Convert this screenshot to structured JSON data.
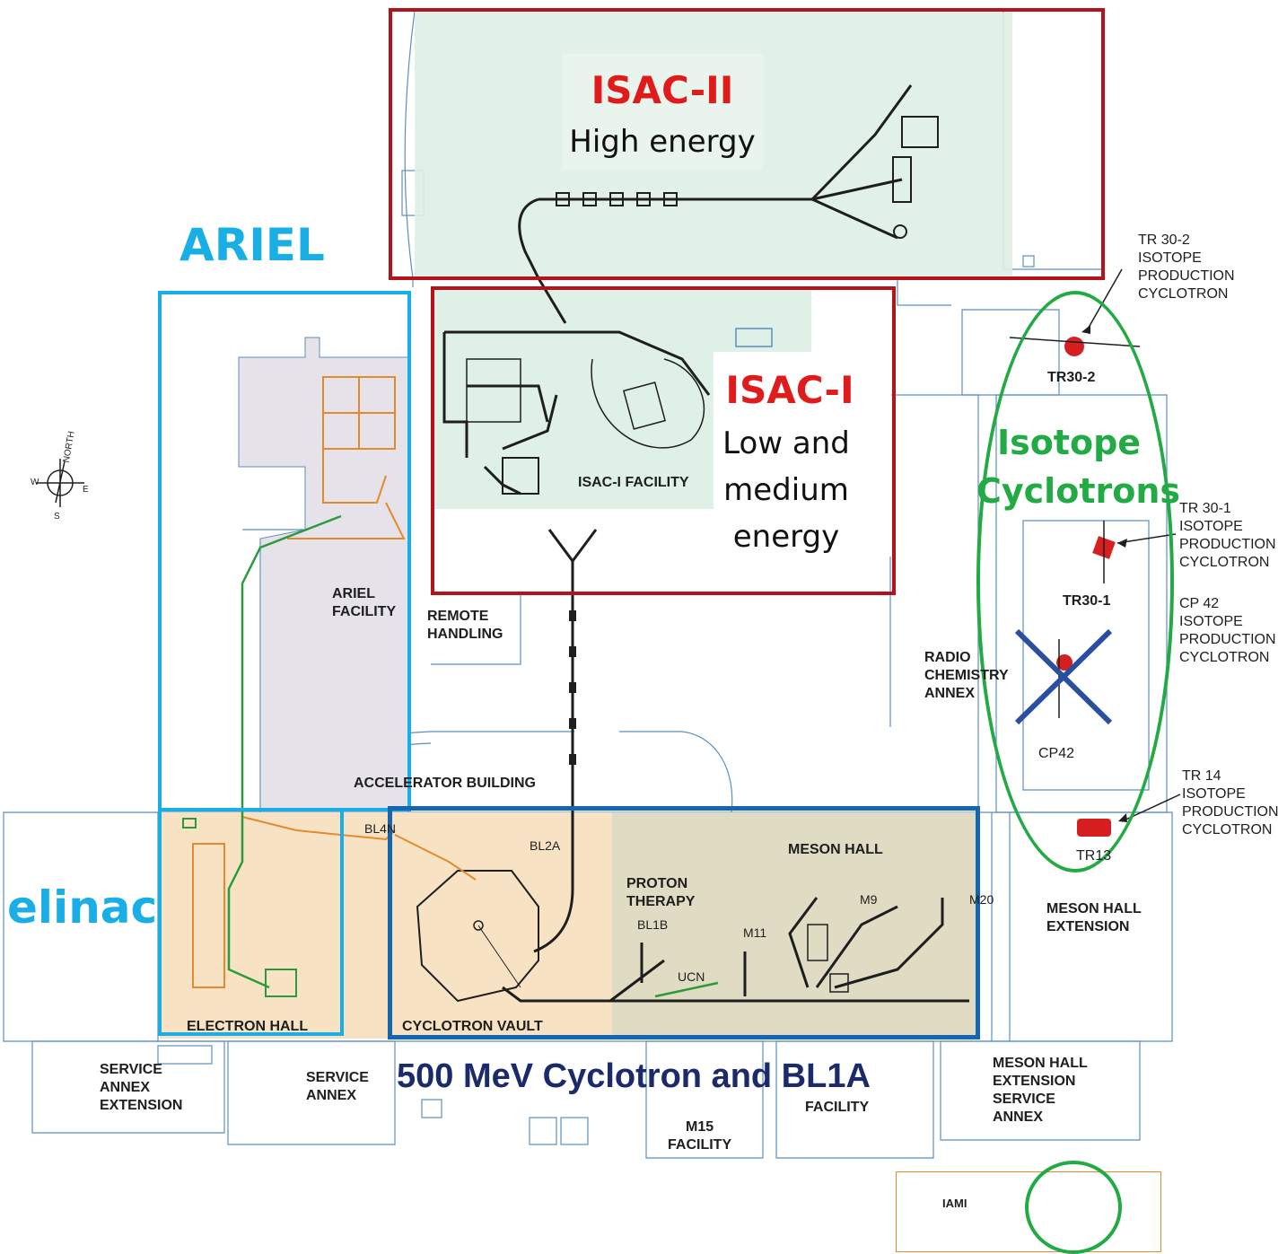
{
  "regions": {
    "isac2": {
      "title": "ISAC-II",
      "subtitle": "High energy"
    },
    "isac1": {
      "title": "ISAC-I",
      "subtitle": "Low and\nmedium\nenergy"
    },
    "ariel": {
      "title": "ARIEL"
    },
    "elinac": {
      "title": "elinac"
    },
    "isotope": {
      "title": "Isotope\nCyclotrons"
    },
    "cyclotron": {
      "title": "500 MeV Cyclotron and BL1A"
    }
  },
  "building_labels": {
    "isac1_facility": "ISAC-I FACILITY",
    "ariel_facility": "ARIEL\nFACILITY",
    "remote_handling": "REMOTE\nHANDLING",
    "accelerator_building": "ACCELERATOR BUILDING",
    "radio_chemistry": "RADIO\nCHEMISTRY\nANNEX",
    "meson_hall": "MESON HALL",
    "proton_therapy": "PROTON\nTHERAPY",
    "meson_hall_extension": "MESON HALL\nEXTENSION",
    "electron_hall": "ELECTRON HALL",
    "cyclotron_vault": "CYCLOTRON VAULT",
    "service_annex_extension": "SERVICE\nANNEX\nEXTENSION",
    "service_annex": "SERVICE\nANNEX",
    "m15_facility": "M15\nFACILITY",
    "facility_partial": "FACILITY",
    "meson_hall_ext_service": "MESON HALL\nEXTENSION\nSERVICE\nANNEX",
    "iami": "IAMI"
  },
  "beamline_labels": {
    "bl4n": "BL4N",
    "bl2a": "BL2A",
    "bl1b": "BL1B",
    "m11": "M11",
    "m9": "M9",
    "m20": "M20",
    "ucn": "UCN",
    "tr30_2": "TR30-2",
    "tr30_1": "TR30-1",
    "cp42": "CP42",
    "tr13": "TR13"
  },
  "callouts": {
    "tr30_2": "TR 30-2\nISOTOPE\nPRODUCTION\nCYCLOTRON",
    "tr30_1": "TR 30-1\nISOTOPE\nPRODUCTION\nCYCLOTRON",
    "cp42": "CP 42\nISOTOPE\nPRODUCTION\nCYCLOTRON",
    "tr14": "TR 14\nISOTOPE\nPRODUCTION\nCYCLOTRON"
  },
  "compass": {
    "n": "NORTH",
    "w": "W",
    "e": "E",
    "s": "S"
  },
  "colors": {
    "isac_red": "#b5121b",
    "ariel_cyan": "#1aaee6",
    "cyclotron_blue": "#1565b0",
    "isotope_green": "#22aa44",
    "title_navy": "#1b2a6b",
    "isac_fill": "#dff0e6",
    "ariel_fill": "#e6e2ea",
    "vault_fill": "#f7e3c4",
    "meson_fill": "#e0dcc4",
    "beam_orange": "#e38a2e",
    "beam_green": "#2a9a3a"
  }
}
